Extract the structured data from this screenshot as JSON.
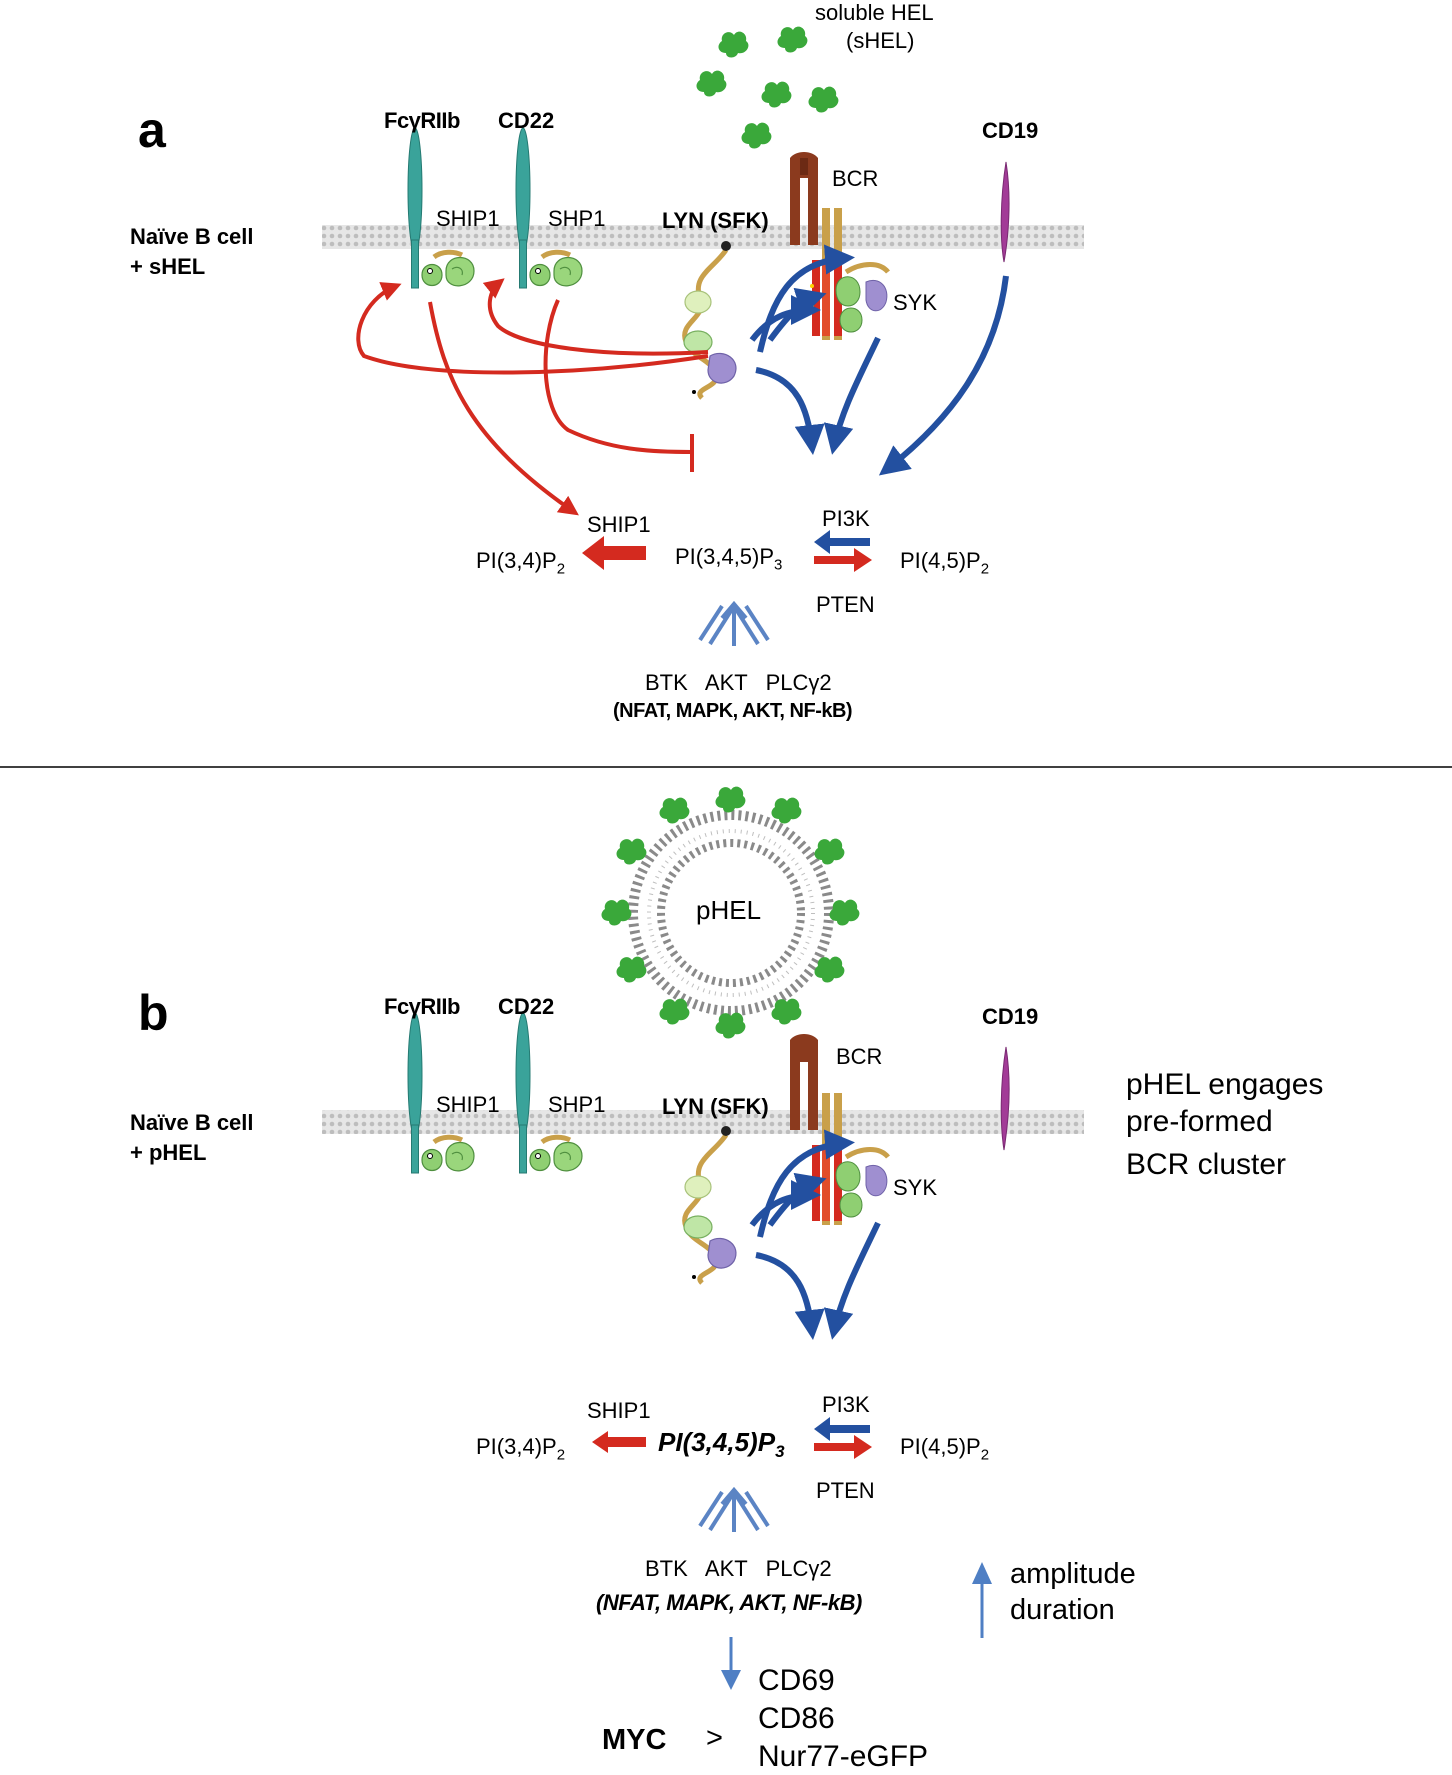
{
  "panel_a": {
    "letter": "a",
    "cell_label_line1": "Naïve B cell",
    "cell_label_line2": "+ sHEL",
    "antigen_line1": "soluble HEL",
    "antigen_line2": "(sHEL)",
    "fcgr": "FcγRIIb",
    "cd22": "CD22",
    "ship1": "SHIP1",
    "shp1": "SHP1",
    "lyn": "LYN (SFK)",
    "bcr": "BCR",
    "syk": "SYK",
    "cd19": "CD19",
    "ship1_enzyme": "SHIP1",
    "pi3k": "PI3K",
    "pten": "PTEN",
    "pi34p2": "PI(3,4)P",
    "pi34p2_sub": "2",
    "pip3": "PI(3,4,5)P",
    "pip3_sub": "3",
    "pi45p2": "PI(4,5)P",
    "pi45p2_sub": "2",
    "effectors": "BTK   AKT   PLCγ2",
    "downstream": "(NFAT, MAPK, AKT, NF-kB)"
  },
  "panel_b": {
    "letter": "b",
    "cell_label_line1": "Naïve B cell",
    "cell_label_line2": "+ pHEL",
    "antigen": "pHEL",
    "fcgr": "FcγRIIb",
    "cd22": "CD22",
    "ship1": "SHIP1",
    "shp1": "SHP1",
    "lyn": "LYN (SFK)",
    "bcr": "BCR",
    "syk": "SYK",
    "cd19": "CD19",
    "note_line1": "pHEL engages",
    "note_line2": "pre-formed",
    "note_line3": "BCR cluster",
    "ship1_enzyme": "SHIP1",
    "pi3k": "PI3K",
    "pten": "PTEN",
    "pi34p2": "PI(3,4)P",
    "pi34p2_sub": "2",
    "pip3": "PI(3,4,5)P",
    "pip3_sub": "3",
    "pi45p2": "PI(4,5)P",
    "pi45p2_sub": "2",
    "effectors": "BTK   AKT   PLCγ2",
    "downstream": "(NFAT, MAPK, AKT, NF-kB)",
    "legend_line1": "amplitude",
    "legend_line2": "duration",
    "myc": "MYC",
    "gt": ">",
    "marker1": "CD69",
    "marker2": "CD86",
    "marker3": "Nur77-eGFP"
  },
  "colors": {
    "membrane": "#cfcfcf",
    "receptor_teal": "#3aa39a",
    "cd19_magenta": "#a23b97",
    "bcr_brown": "#8b3a1e",
    "tail_tan": "#c9a04a",
    "sh2_green": "#8fcf72",
    "kinase_lavender": "#9f8fd0",
    "activating_blue": "#2350a0",
    "inhibitory_red": "#d42a1f",
    "effector_blue": "#5b84c4",
    "antigen_green": "#3aa83a"
  }
}
